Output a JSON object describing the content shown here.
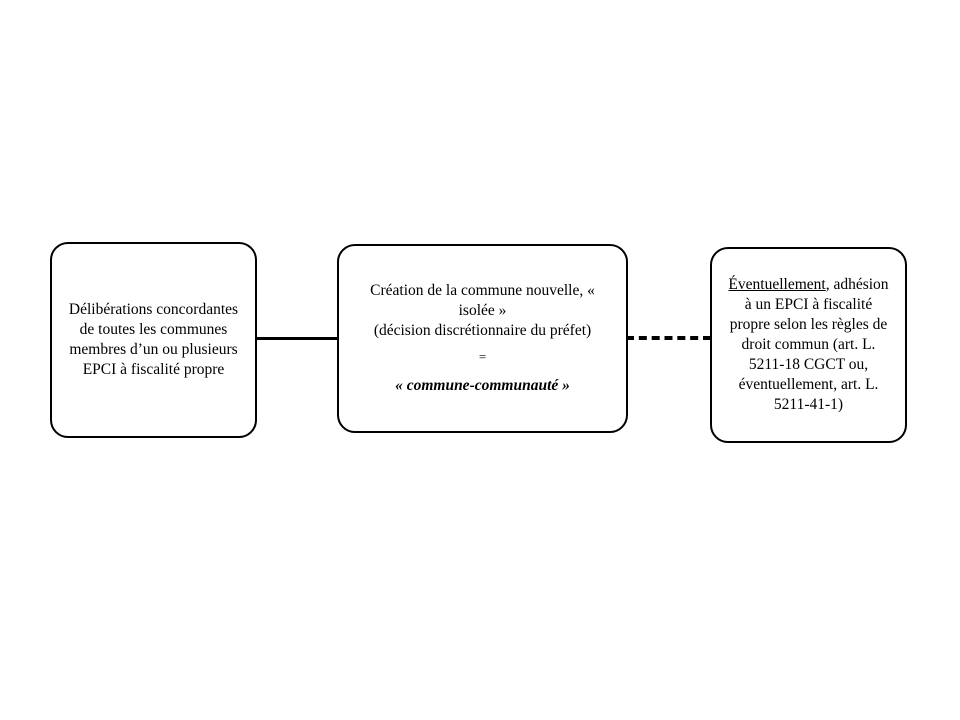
{
  "diagram": {
    "left_box": {
      "text": "Délibérations concordantes de toutes les communes membres d’un ou plusieurs EPCI à fiscalité propre"
    },
    "middle_box": {
      "line1": "Création de la commune nouvelle, « isolée »",
      "line2": "(décision discrétionnaire du préfet)",
      "equals": "=",
      "emphasis": "« commune-communauté »"
    },
    "right_box": {
      "underlined": "Éventuellement",
      "after_underlined": ",",
      "body": "adhésion à un EPCI à fiscalité propre selon les règles de droit commun",
      "reference": "(art. L. 5211-18 CGCT ou, éventuellement, art. L. 5211-41-1)"
    },
    "connectors": {
      "left_to_middle": "solid",
      "middle_to_right": "dashed"
    },
    "colors": {
      "stroke": "#000000",
      "background": "#ffffff"
    }
  }
}
